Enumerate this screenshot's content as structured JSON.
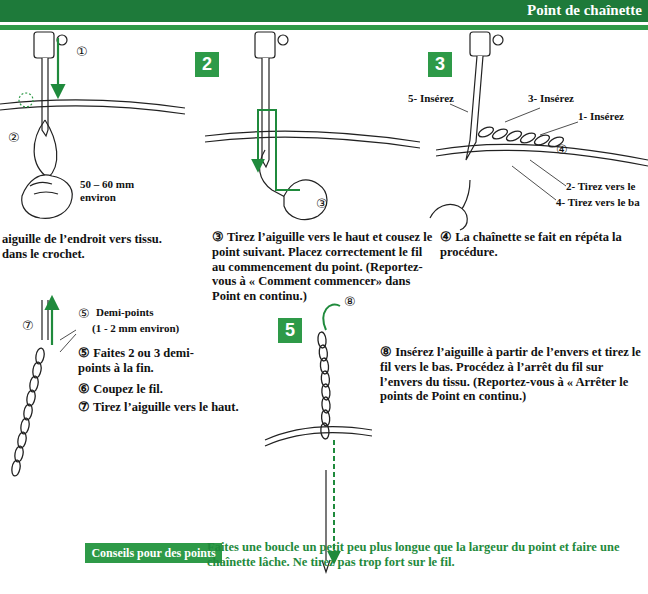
{
  "diagram": {
    "title": "Point de chaînette",
    "nodes": [
      {
        "text": [
          "2"
        ]
      },
      {
        "text": [
          "3"
        ]
      },
      {
        "text": [
          "5"
        ]
      },
      {
        "text": [
          "Conseils pour des points"
        ]
      }
    ],
    "labels": [
      "①",
      "②",
      "50 – 60 mm environ",
      "aiguille de l’endroit vers tissu. dans le crochet.",
      "③",
      "③ Tirez l’aiguille vers le haut et cousez le point suivant. Placez correctement le fil au commencement du point. (Reportez-vous à « Comment commencer» dans Point en continu.)",
      "5- Insérez",
      "3- Insérez",
      "1- Insérez",
      "④",
      "2- Tirez vers le",
      "4- Tirez vers le ba",
      "④ La chaînette se fait en répéta la procédure.",
      "⑦",
      "⑤",
      "Demi-points",
      "(1 - 2 mm environ)",
      "⑤ Faites 2 ou 3 demi-points à la fin.",
      "⑥ Coupez le fil.",
      "⑦ Tirez l’aiguille vers le haut.",
      "⑧",
      "⑧ Insérez l’aiguille à partir de l’envers et tirez le fil vers le bas. Procédez à l’arrêt du fil sur l’envers du tissu. (Reportez-vous à « Arrêter le points de Point en continu.)",
      "Faites une boucle un petit peu plus longue que la largeur du point et faire une chaînette lâche. Ne tirez pas trop fort sur le fil."
    ]
  }
}
